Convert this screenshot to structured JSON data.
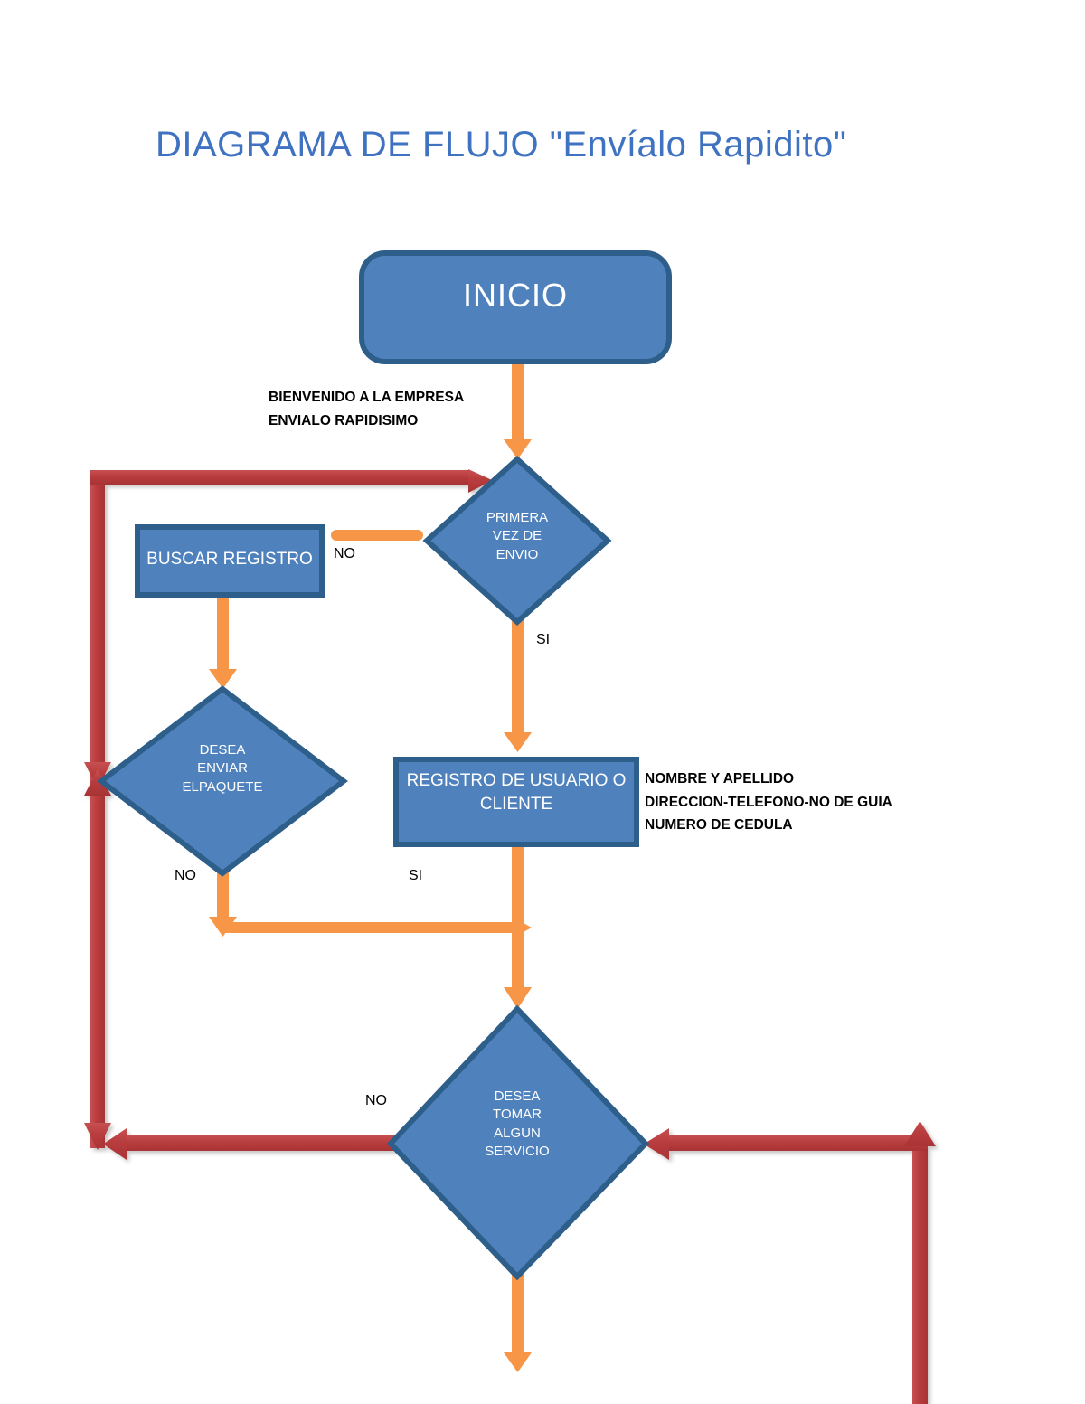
{
  "document": {
    "title": "DIAGRAMA DE FLUJO \"Envíalo Rapidito\""
  },
  "colors": {
    "title_blue": "#3f72c0",
    "node_fill": "#4f81bd",
    "node_border": "#2e5f8a",
    "orange_connector": "#f79646",
    "red_connector": "#bc4142",
    "text_white": "#ffffff",
    "text_black": "#000000",
    "background": "#ffffff"
  },
  "nodes": [
    {
      "id": "inicio",
      "shape": "terminator",
      "label": "INICIO"
    },
    {
      "id": "primera-vez-de-envio",
      "shape": "decision",
      "label": "PRIMERA\nVEZ DE\nENVIO"
    },
    {
      "id": "buscar-registro",
      "shape": "process",
      "label": "BUSCAR REGISTRO"
    },
    {
      "id": "desea-enviar-elpaquete",
      "shape": "decision",
      "label": "DESEA\nENVIAR\nELPAQUETE"
    },
    {
      "id": "registro-de-usuario-o-cliente",
      "shape": "process",
      "label": "REGISTRO DE USUARIO O\nCLIENTE"
    },
    {
      "id": "desea-tomar-algun-servicio",
      "shape": "decision",
      "label": "DESEA\nTOMAR\nALGUN\nSERVICIO"
    }
  ],
  "edge_labels": {
    "primera_vez_no": "NO",
    "primera_vez_si": "SI",
    "desea_enviar_no": "NO",
    "registro_si": "SI",
    "desea_tomar_no": "NO"
  },
  "annotations": {
    "bienvenida": "BIENVENIDO A LA EMPRESA\nENVIALO RAPIDISIMO",
    "registro_campos": "NOMBRE Y APELLIDO\nDIRECCION-TELEFONO-NO DE GUIA\nNUMERO DE CEDULA"
  }
}
